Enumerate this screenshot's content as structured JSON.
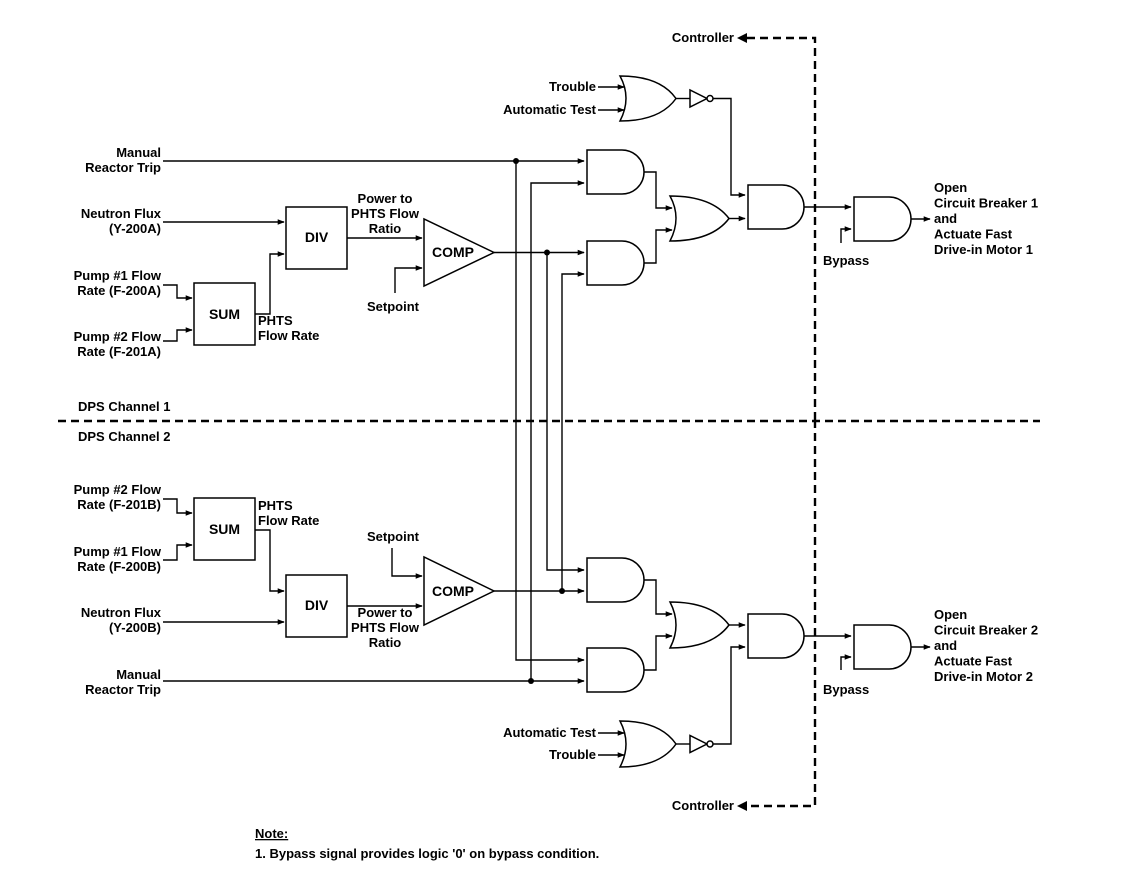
{
  "labels": {
    "manual_trip_1a": "Manual",
    "manual_trip_1b": "Reactor Trip",
    "neutron_flux_1a": "Neutron Flux",
    "neutron_flux_1b": "(Y-200A)",
    "pump1_a_l1": "Pump #1 Flow",
    "pump1_a_l2": "Rate (F-200A)",
    "pump2_a_l1": "Pump #2 Flow",
    "pump2_a_l2": "Rate (F-201A)",
    "phts_flow_1a": "PHTS",
    "phts_flow_1b": "Flow Rate",
    "ratio_1a": "Power to",
    "ratio_1b": "PHTS Flow",
    "ratio_1c": "Ratio",
    "setpoint_1": "Setpoint",
    "trouble_1": "Trouble",
    "auto_test_1": "Automatic Test",
    "controller_1": "Controller",
    "bypass_1": "Bypass",
    "out1_l1": "Open",
    "out1_l2": "Circuit Breaker 1",
    "out1_l3": "and",
    "out1_l4": "Actuate Fast",
    "out1_l5": "Drive-in Motor 1",
    "channel_1": "DPS Channel 1",
    "channel_2": "DPS Channel 2",
    "pump2_b_l1": "Pump #2 Flow",
    "pump2_b_l2": "Rate (F-201B)",
    "pump1_b_l1": "Pump #1 Flow",
    "pump1_b_l2": "Rate (F-200B)",
    "phts_flow_2a": "PHTS",
    "phts_flow_2b": "Flow Rate",
    "setpoint_2": "Setpoint",
    "neutron_flux_2a": "Neutron Flux",
    "neutron_flux_2b": "(Y-200B)",
    "ratio_2a": "Power to",
    "ratio_2b": "PHTS Flow",
    "ratio_2c": "Ratio",
    "manual_trip_2a": "Manual",
    "manual_trip_2b": "Reactor Trip",
    "auto_test_2": "Automatic Test",
    "trouble_2": "Trouble",
    "controller_2": "Controller",
    "bypass_2": "Bypass",
    "out2_l1": "Open",
    "out2_l2": "Circuit Breaker 2",
    "out2_l3": "and",
    "out2_l4": "Actuate Fast",
    "out2_l5": "Drive-in Motor 2"
  },
  "blocks": {
    "sum_1": "SUM",
    "div_1": "DIV",
    "comp_1": "COMP",
    "sum_2": "SUM",
    "div_2": "DIV",
    "comp_2": "COMP"
  },
  "note": {
    "title": "Note:",
    "text": "1. Bypass signal provides logic '0' on bypass condition."
  }
}
